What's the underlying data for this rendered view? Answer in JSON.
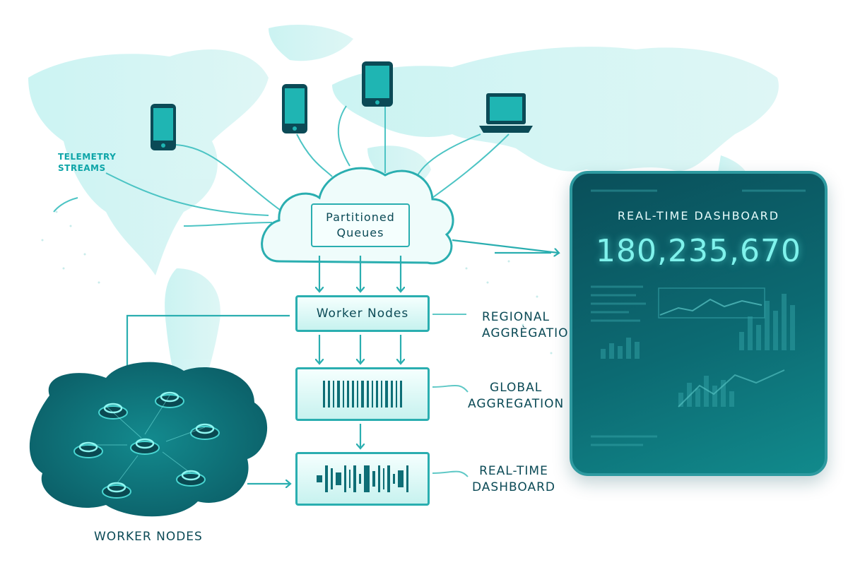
{
  "labels": {
    "telemetry_streams": "Telemetry\nStreams",
    "partitioned_queues": "Partitioned\nQueues",
    "worker_nodes_box": "Worker Nodes",
    "regional_aggregation": "Regional\nAggrègation",
    "global_aggregation": "Global\nAggregation",
    "real_time_dashboard_side": "Real-Time\nDashboard",
    "worker_nodes_cluster": "Worker Nodes"
  },
  "dashboard": {
    "title": "Real-Time Dashboard",
    "value": "180,235,670"
  },
  "devices": [
    "phone-icon",
    "phone-icon",
    "tablet-icon",
    "laptop-icon"
  ],
  "colors": {
    "accent": "#2aaeb0",
    "dark_teal": "#0b4a56",
    "map": "#bfeeee",
    "dashboard_bg": "#0c6a72",
    "dashboard_value": "#7ff2ec"
  }
}
